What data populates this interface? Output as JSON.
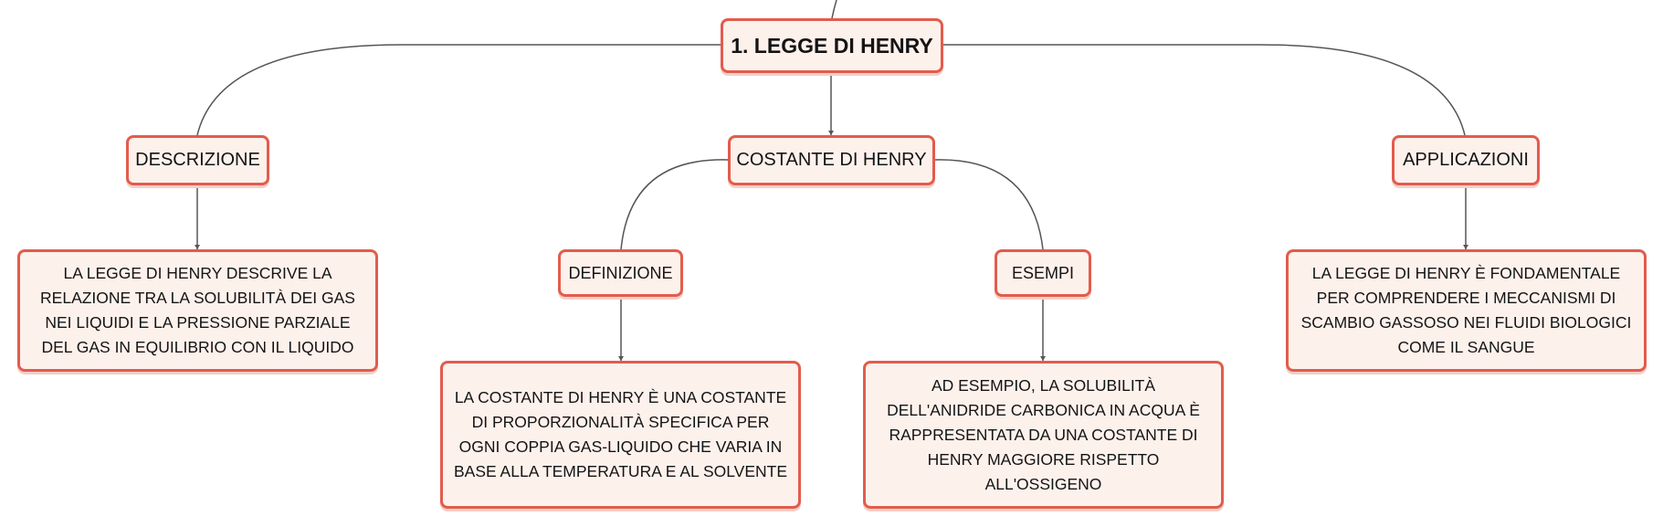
{
  "colors": {
    "border": "#e25c4d",
    "fill": "#fdf1ec",
    "connector": "#555555",
    "text": "#141414"
  },
  "root": {
    "label": "1. LEGGE DI HENRY"
  },
  "branches": {
    "descrizione": {
      "label": "DESCRIZIONE",
      "text": "LA LEGGE DI HENRY DESCRIVE LA RELAZIONE TRA LA SOLUBILITÀ DEI GAS NEI LIQUIDI E LA PRESSIONE PARZIALE DEL GAS IN EQUILIBRIO CON IL LIQUIDO"
    },
    "costante": {
      "label": "COSTANTE DI HENRY",
      "definizione": {
        "label": "DEFINIZIONE",
        "text": "LA COSTANTE DI HENRY È UNA COSTANTE DI PROPORZIONALITÀ SPECIFICA PER OGNI COPPIA GAS-LIQUIDO CHE VARIA IN BASE ALLA TEMPERATURA E AL SOLVENTE"
      },
      "esempi": {
        "label": "ESEMPI",
        "text": "AD ESEMPIO, LA SOLUBILITÀ DELL'ANIDRIDE CARBONICA IN ACQUA È RAPPRESENTATA DA UNA COSTANTE DI HENRY MAGGIORE RISPETTO ALL'OSSIGENO"
      }
    },
    "applicazioni": {
      "label": "APPLICAZIONI",
      "text": "LA LEGGE DI HENRY È FONDAMENTALE PER COMPRENDERE I MECCANISMI DI SCAMBIO GASSOSO NEI FLUIDI BIOLOGICI COME IL SANGUE"
    }
  }
}
